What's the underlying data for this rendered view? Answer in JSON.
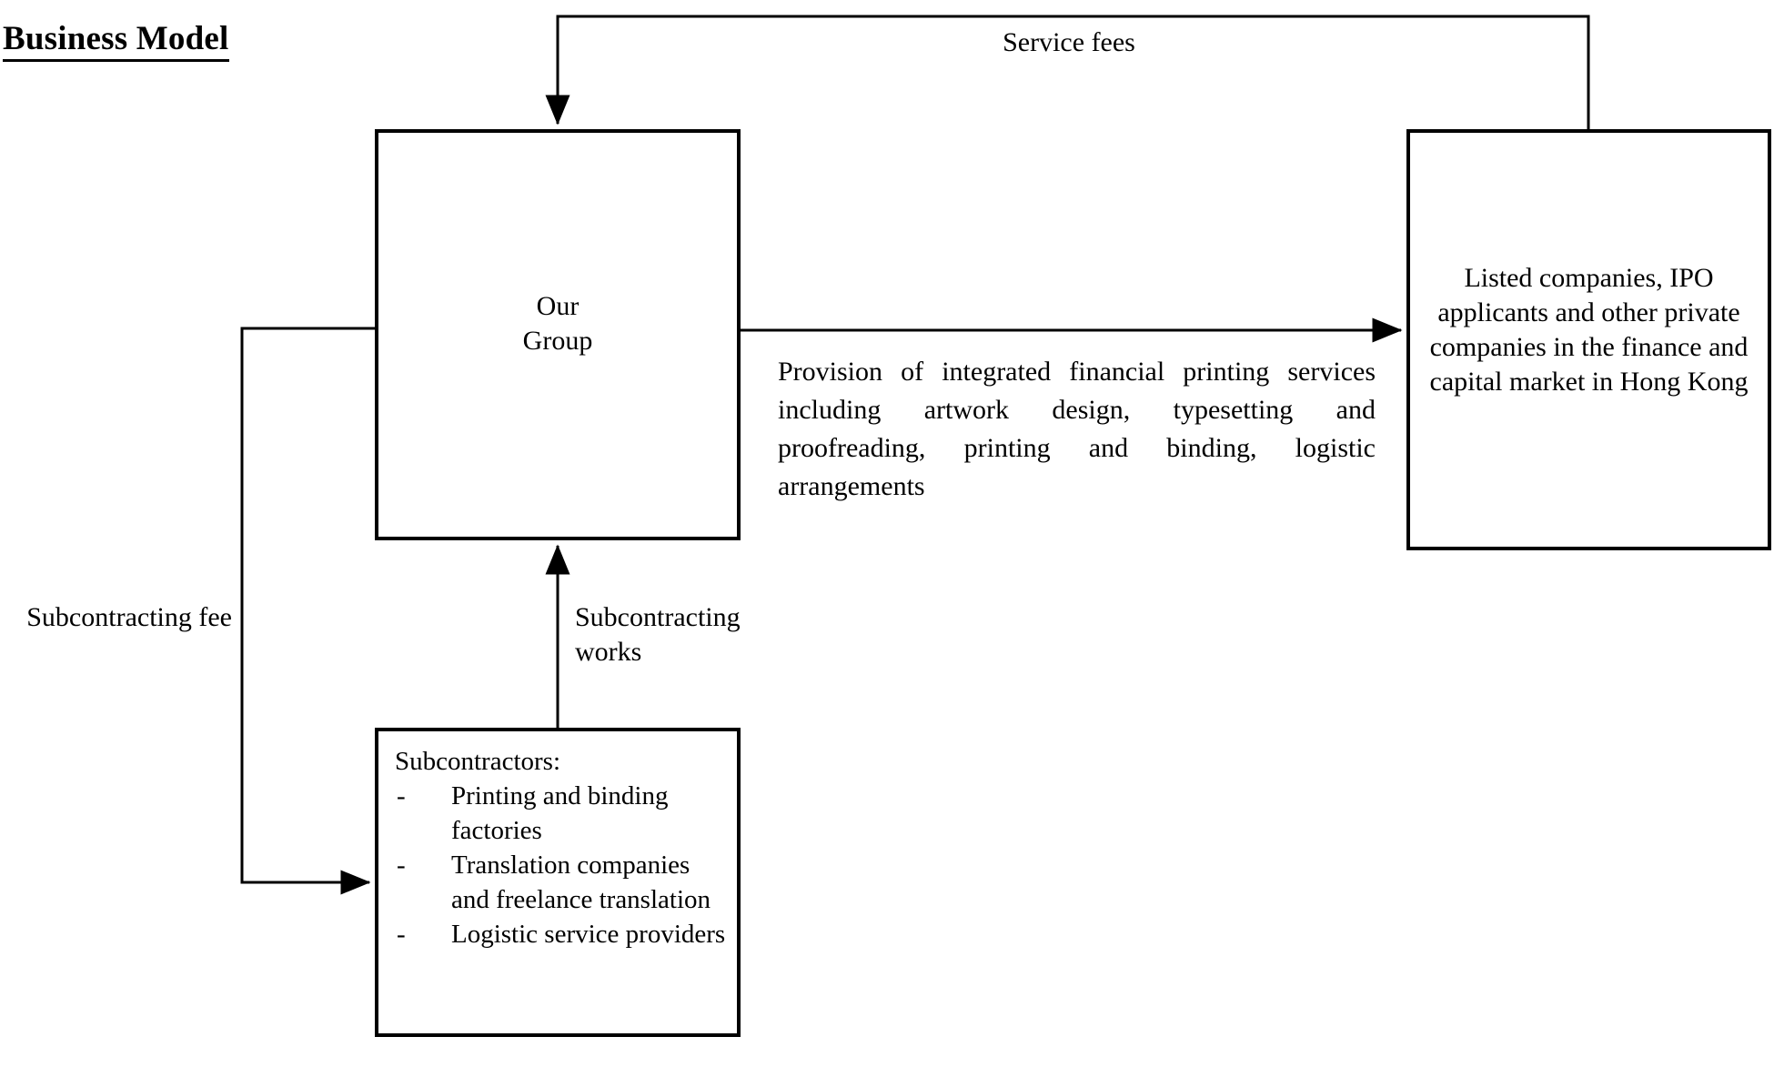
{
  "title": "Business Model",
  "nodes": {
    "our_group": {
      "label_line1": "Our",
      "label_line2": "Group"
    },
    "clients": {
      "text": "Listed companies, IPO applicants and other private companies in the finance and capital market in Hong Kong"
    },
    "subcontractors": {
      "heading": "Subcontractors:",
      "items": [
        "Printing and binding factories",
        "Translation companies and freelance translation",
        "Logistic service providers"
      ],
      "bullet_glyph": "-"
    }
  },
  "edges": {
    "service_fees": "Service fees",
    "provision": "Provision of integrated financial printing services including artwork design, typesetting and proofreading, printing and binding, logistic arrangements",
    "subcontracting_fee": "Subcontracting fee",
    "subcontracting_works": "Subcontracting works"
  },
  "colors": {
    "line": "#000000",
    "background": "#ffffff",
    "text": "#000000"
  }
}
